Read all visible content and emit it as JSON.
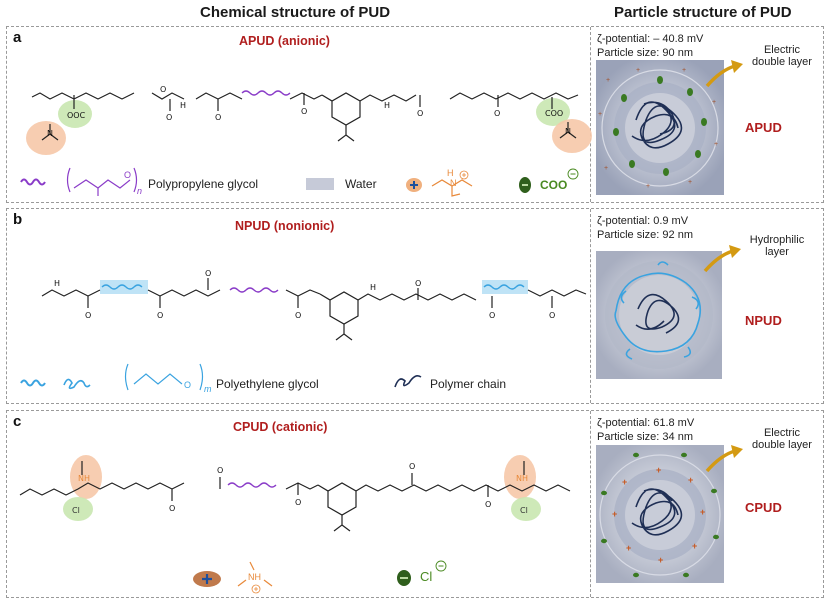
{
  "headers": {
    "left": "Chemical structure of PUD",
    "right": "Particle structure of PUD"
  },
  "panels": [
    {
      "letter": "a",
      "title": "APUD (anionic)",
      "zeta": "ζ-potential: – 40.8 mV",
      "size": "Particle size: 90 nm",
      "layer_label": "Electric double layer",
      "particle_label": "APUD",
      "legend": {
        "glycol": "Polypropylene glycol",
        "water": "Water",
        "anion": "COO"
      }
    },
    {
      "letter": "b",
      "title": "NPUD (nonionic)",
      "zeta": "ζ-potential: 0.9 mV",
      "size": "Particle size: 92 nm",
      "layer_label": "Hydrophilic layer",
      "particle_label": "NPUD",
      "legend": {
        "glycol": "Polyethylene glycol",
        "chain": "Polymer chain"
      }
    },
    {
      "letter": "c",
      "title": "CPUD (cationic)",
      "zeta": "ζ-potential: 61.8 mV",
      "size": "Particle size:  34 nm",
      "layer_label": "Electric double layer",
      "particle_label": "CPUD",
      "legend": {
        "anion": "Cl"
      }
    }
  ],
  "colors": {
    "title_red": "#b01e1e",
    "ppg_purple": "#8a3cc8",
    "peg_blue": "#3aa3e0",
    "cation_orange": "#e8893a",
    "anion_green": "#5a9a2a",
    "arrow_gold": "#d49a12",
    "chain_navy": "#1f2f55"
  }
}
